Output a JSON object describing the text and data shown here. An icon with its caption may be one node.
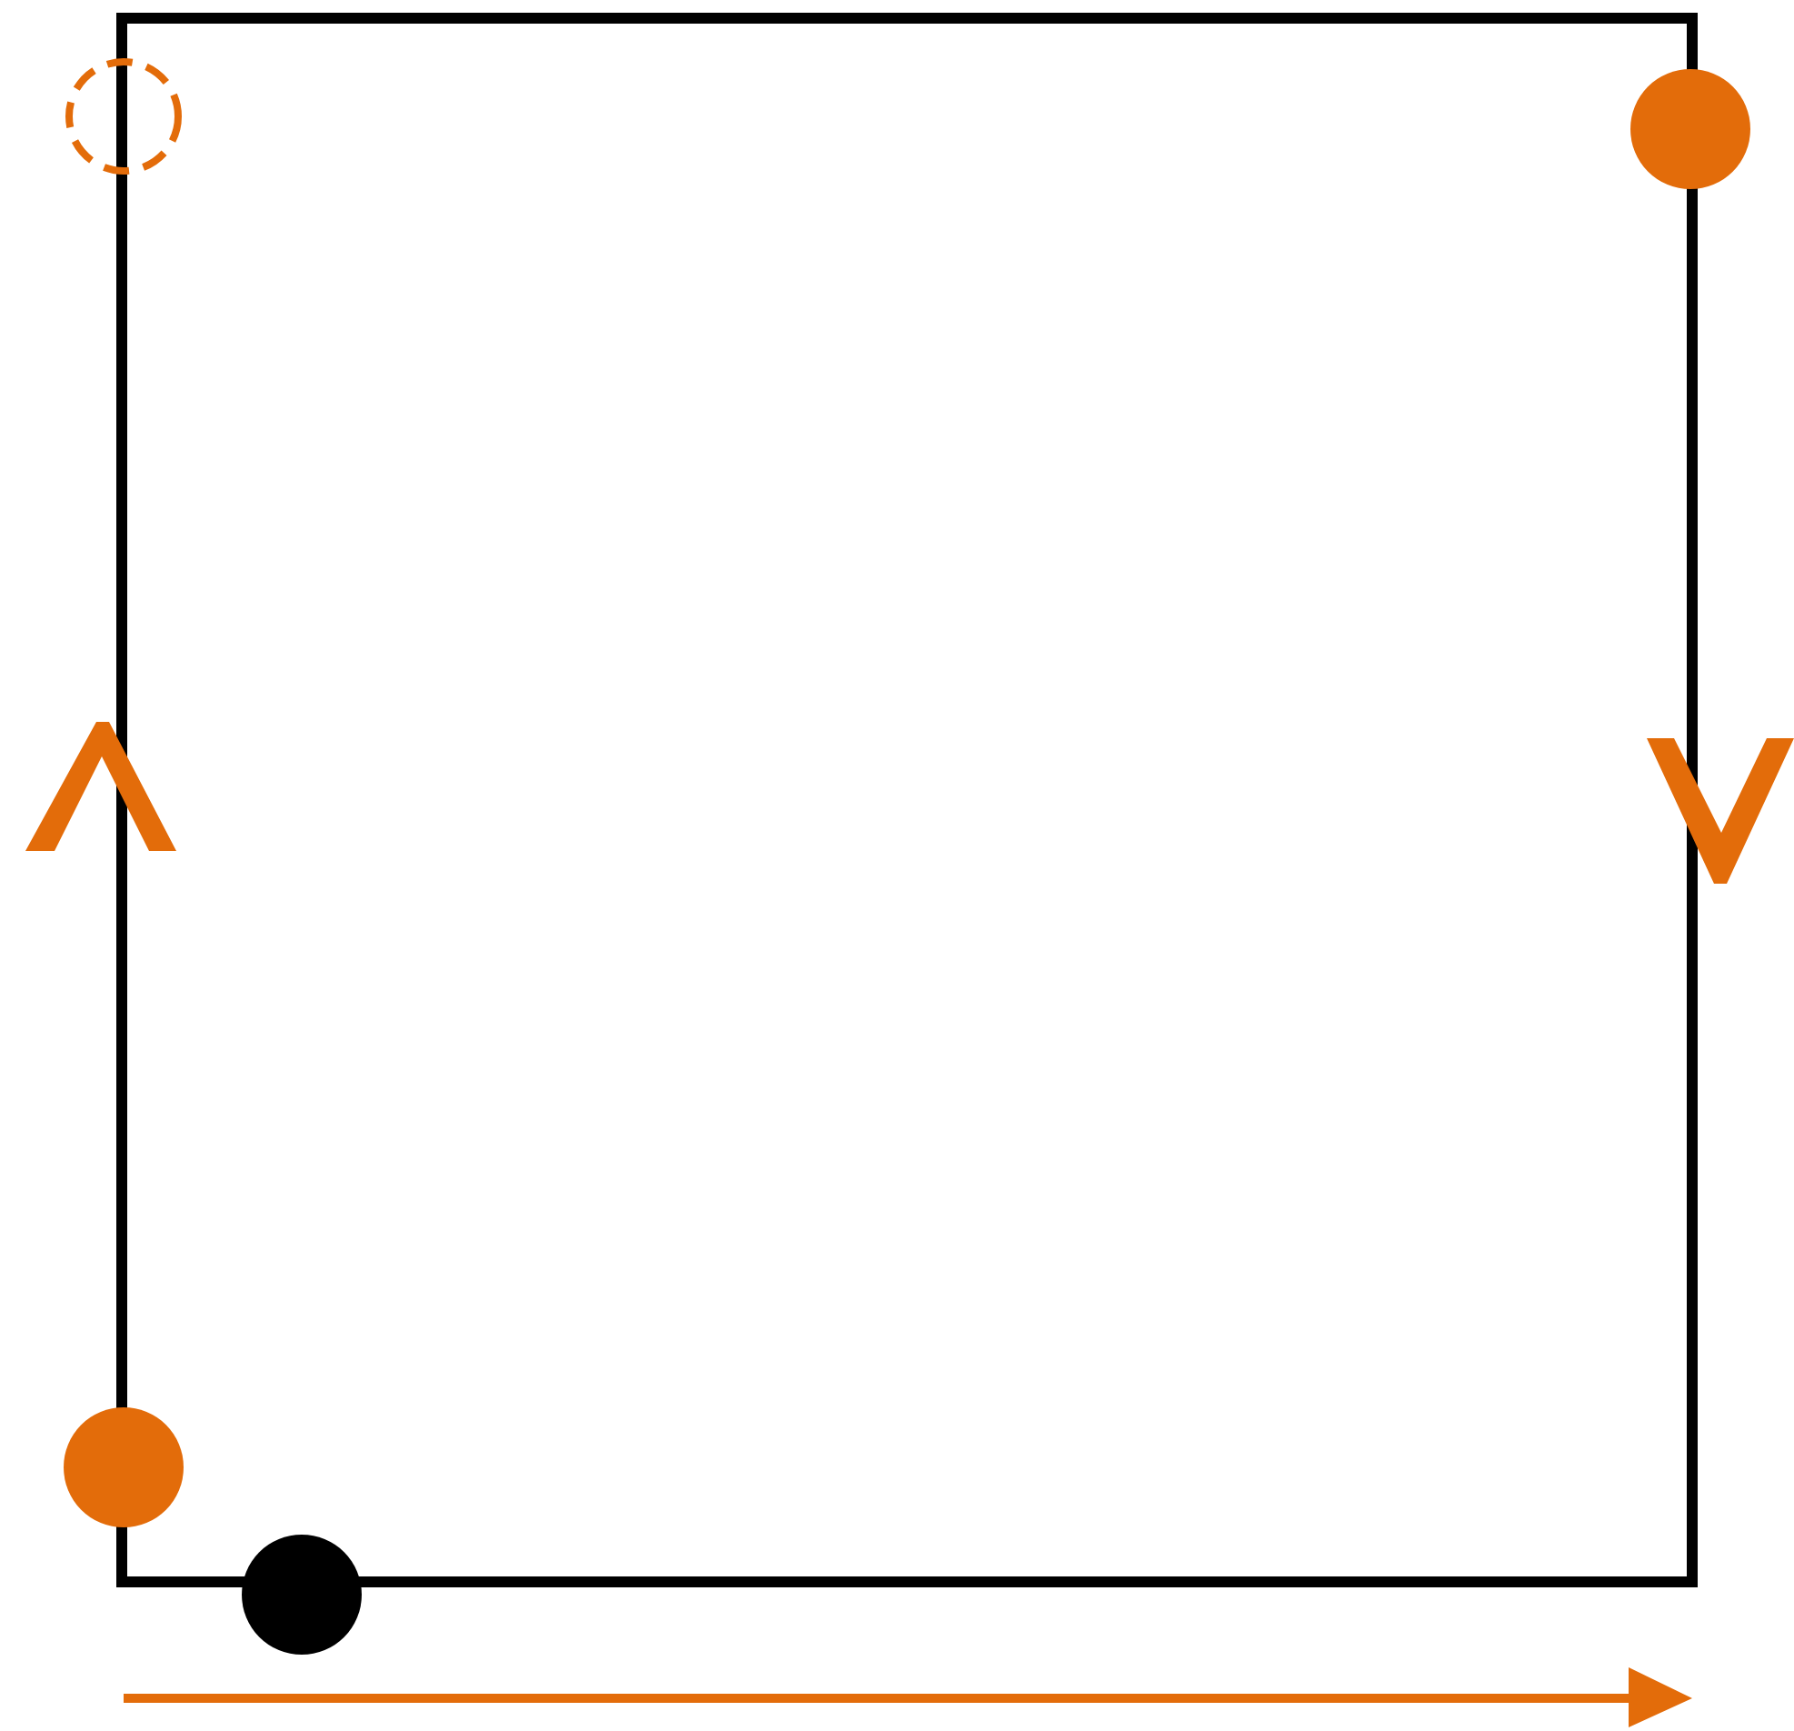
{
  "diagram": {
    "nodes": [
      {
        "text": [],
        "shape": "box"
      },
      {
        "text": [],
        "shape": "circle"
      },
      {
        "text": [],
        "shape": "circle"
      },
      {
        "text": [],
        "shape": "circle"
      },
      {
        "text": [],
        "shape": "circle"
      }
    ]
  }
}
